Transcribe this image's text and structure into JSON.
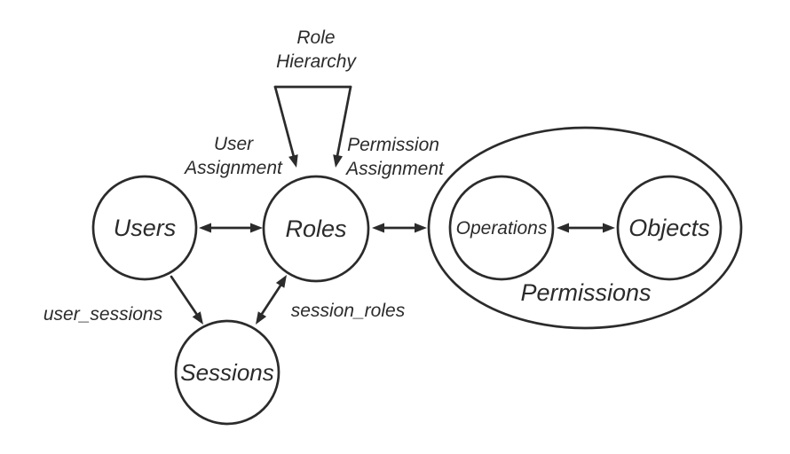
{
  "colors": {
    "ink": "#2b2b2b",
    "background": "#ffffff"
  },
  "nodes": {
    "users": "Users",
    "roles": "Roles",
    "sessions": "Sessions",
    "operations": "Operations",
    "objects": "Objects",
    "permissions_group": "Permissions"
  },
  "labels": {
    "role_hierarchy": {
      "line1": "Role",
      "line2": "Hierarchy"
    },
    "user_assignment": {
      "line1": "User",
      "line2": "Assignment"
    },
    "permission_assignment": {
      "line1": "Permission",
      "line2": "Assignment"
    },
    "user_sessions": "user_sessions",
    "session_roles": "session_roles"
  }
}
